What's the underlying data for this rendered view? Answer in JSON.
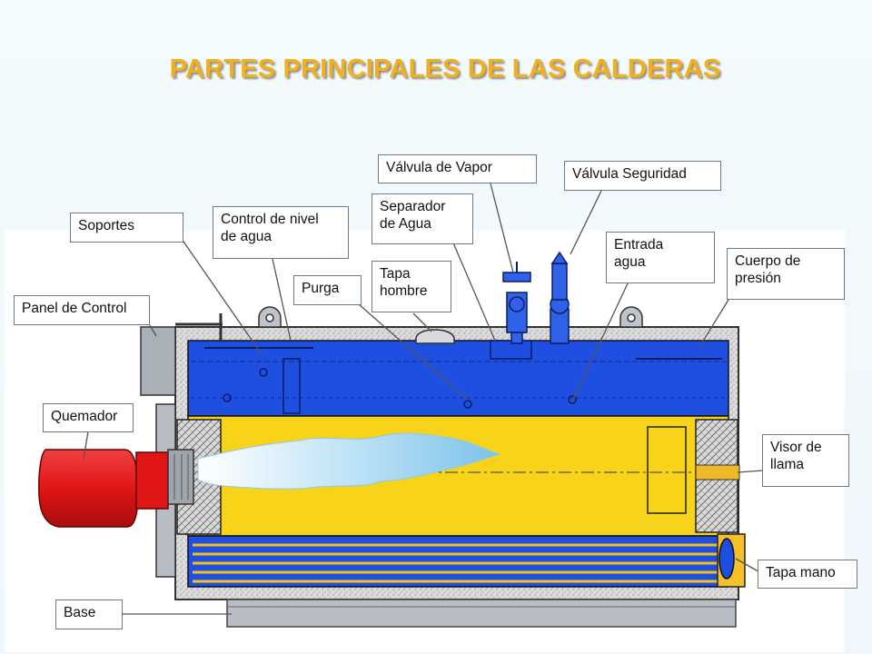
{
  "title": "PARTES PRINCIPALES DE LAS CALDERAS",
  "labels": {
    "valvula_vapor": "Válvula de Vapor",
    "valvula_seguridad": "Válvula Seguridad",
    "separador_agua": [
      "Separador",
      "de Agua"
    ],
    "soportes": "Soportes",
    "control_nivel": [
      "Control de nivel",
      "de agua"
    ],
    "entrada_agua": [
      "Entrada",
      "agua"
    ],
    "tapa_hombre": [
      "Tapa",
      "hombre"
    ],
    "purga": "Purga",
    "cuerpo_presion": [
      "Cuerpo de",
      "presión"
    ],
    "panel_control": "Panel de Control",
    "quemador": "Quemador",
    "visor_llama": [
      "Visor de",
      "llama"
    ],
    "tapa_mano": "Tapa mano",
    "base": "Base"
  },
  "colors": {
    "title": "#f3b01a",
    "water_tank": "#1f4fe0",
    "furnace": "#f7d31a",
    "burner": "#e41e1e",
    "insulation": "#d9d9d9",
    "flame": "#9fd4f2"
  }
}
